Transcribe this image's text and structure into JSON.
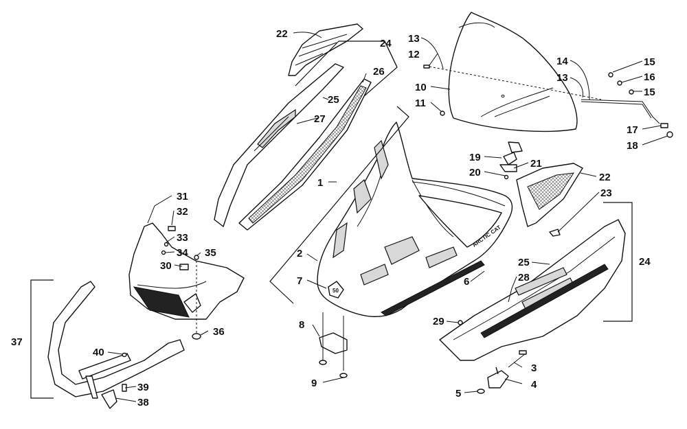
{
  "diagram": {
    "callouts": [
      {
        "id": "c1",
        "text": "1"
      },
      {
        "id": "c2",
        "text": "2"
      },
      {
        "id": "c3",
        "text": "3"
      },
      {
        "id": "c4",
        "text": "4"
      },
      {
        "id": "c5",
        "text": "5"
      },
      {
        "id": "c6",
        "text": "6"
      },
      {
        "id": "c7",
        "text": "7"
      },
      {
        "id": "c8",
        "text": "8"
      },
      {
        "id": "c9",
        "text": "9"
      },
      {
        "id": "c10",
        "text": "10"
      },
      {
        "id": "c11",
        "text": "11"
      },
      {
        "id": "c12",
        "text": "12"
      },
      {
        "id": "c13a",
        "text": "13"
      },
      {
        "id": "c13b",
        "text": "13"
      },
      {
        "id": "c14",
        "text": "14"
      },
      {
        "id": "c15a",
        "text": "15"
      },
      {
        "id": "c15b",
        "text": "15"
      },
      {
        "id": "c16",
        "text": "16"
      },
      {
        "id": "c17",
        "text": "17"
      },
      {
        "id": "c18",
        "text": "18"
      },
      {
        "id": "c19",
        "text": "19"
      },
      {
        "id": "c20",
        "text": "20"
      },
      {
        "id": "c21",
        "text": "21"
      },
      {
        "id": "c22a",
        "text": "22"
      },
      {
        "id": "c22b",
        "text": "22"
      },
      {
        "id": "c23",
        "text": "23"
      },
      {
        "id": "c24a",
        "text": "24"
      },
      {
        "id": "c24b",
        "text": "24"
      },
      {
        "id": "c25a",
        "text": "25"
      },
      {
        "id": "c25b",
        "text": "25"
      },
      {
        "id": "c26",
        "text": "26"
      },
      {
        "id": "c27",
        "text": "27"
      },
      {
        "id": "c28",
        "text": "28"
      },
      {
        "id": "c29",
        "text": "29"
      },
      {
        "id": "c30",
        "text": "30"
      },
      {
        "id": "c31",
        "text": "31"
      },
      {
        "id": "c32",
        "text": "32"
      },
      {
        "id": "c33",
        "text": "33"
      },
      {
        "id": "c34",
        "text": "34"
      },
      {
        "id": "c35",
        "text": "35"
      },
      {
        "id": "c36",
        "text": "36"
      },
      {
        "id": "c37",
        "text": "37"
      },
      {
        "id": "c38",
        "text": "38"
      },
      {
        "id": "c39",
        "text": "39"
      },
      {
        "id": "c40",
        "text": "40"
      }
    ],
    "hood_logo_text": "ARCTIC CAT",
    "badge_text": "50",
    "colors": {
      "line": "#111111",
      "background": "#ffffff",
      "fill_grey": "#d8d8d8"
    }
  }
}
